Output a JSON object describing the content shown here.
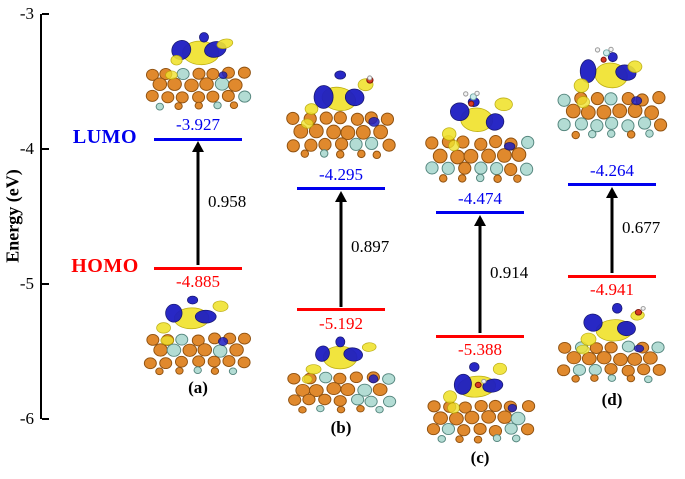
{
  "chart_data": {
    "type": "energy-level-diagram",
    "title": "",
    "ylabel": "Energy (eV)",
    "ylim": [
      -6,
      -3
    ],
    "yticks": [
      -3,
      -4,
      -5,
      -6
    ],
    "grid": false,
    "legend_position": "none",
    "series_labels": {
      "lumo": "LUMO",
      "homo": "HOMO"
    },
    "panels": [
      {
        "label": "(a)",
        "lumo": -3.927,
        "homo": -4.885,
        "gap": 0.958
      },
      {
        "label": "(b)",
        "lumo": -4.295,
        "homo": -5.192,
        "gap": 0.897
      },
      {
        "label": "(c)",
        "lumo": -4.474,
        "homo": -5.388,
        "gap": 0.914
      },
      {
        "label": "(d)",
        "lumo": -4.264,
        "homo": -4.941,
        "gap": 0.677
      }
    ],
    "colors": {
      "lumo": "#0000ee",
      "homo": "#ff0000",
      "arrow": "#000000",
      "atom_orange": "#e0892d",
      "atom_teal": "#abd8d0",
      "orbital_positive_yellow": "#f0e330",
      "orbital_negative_blue": "#1d1dc2"
    },
    "images": {
      "description": "orbital isosurface rendering on atomic slab cluster shown above each LUMO level and below each HOMO level"
    }
  }
}
